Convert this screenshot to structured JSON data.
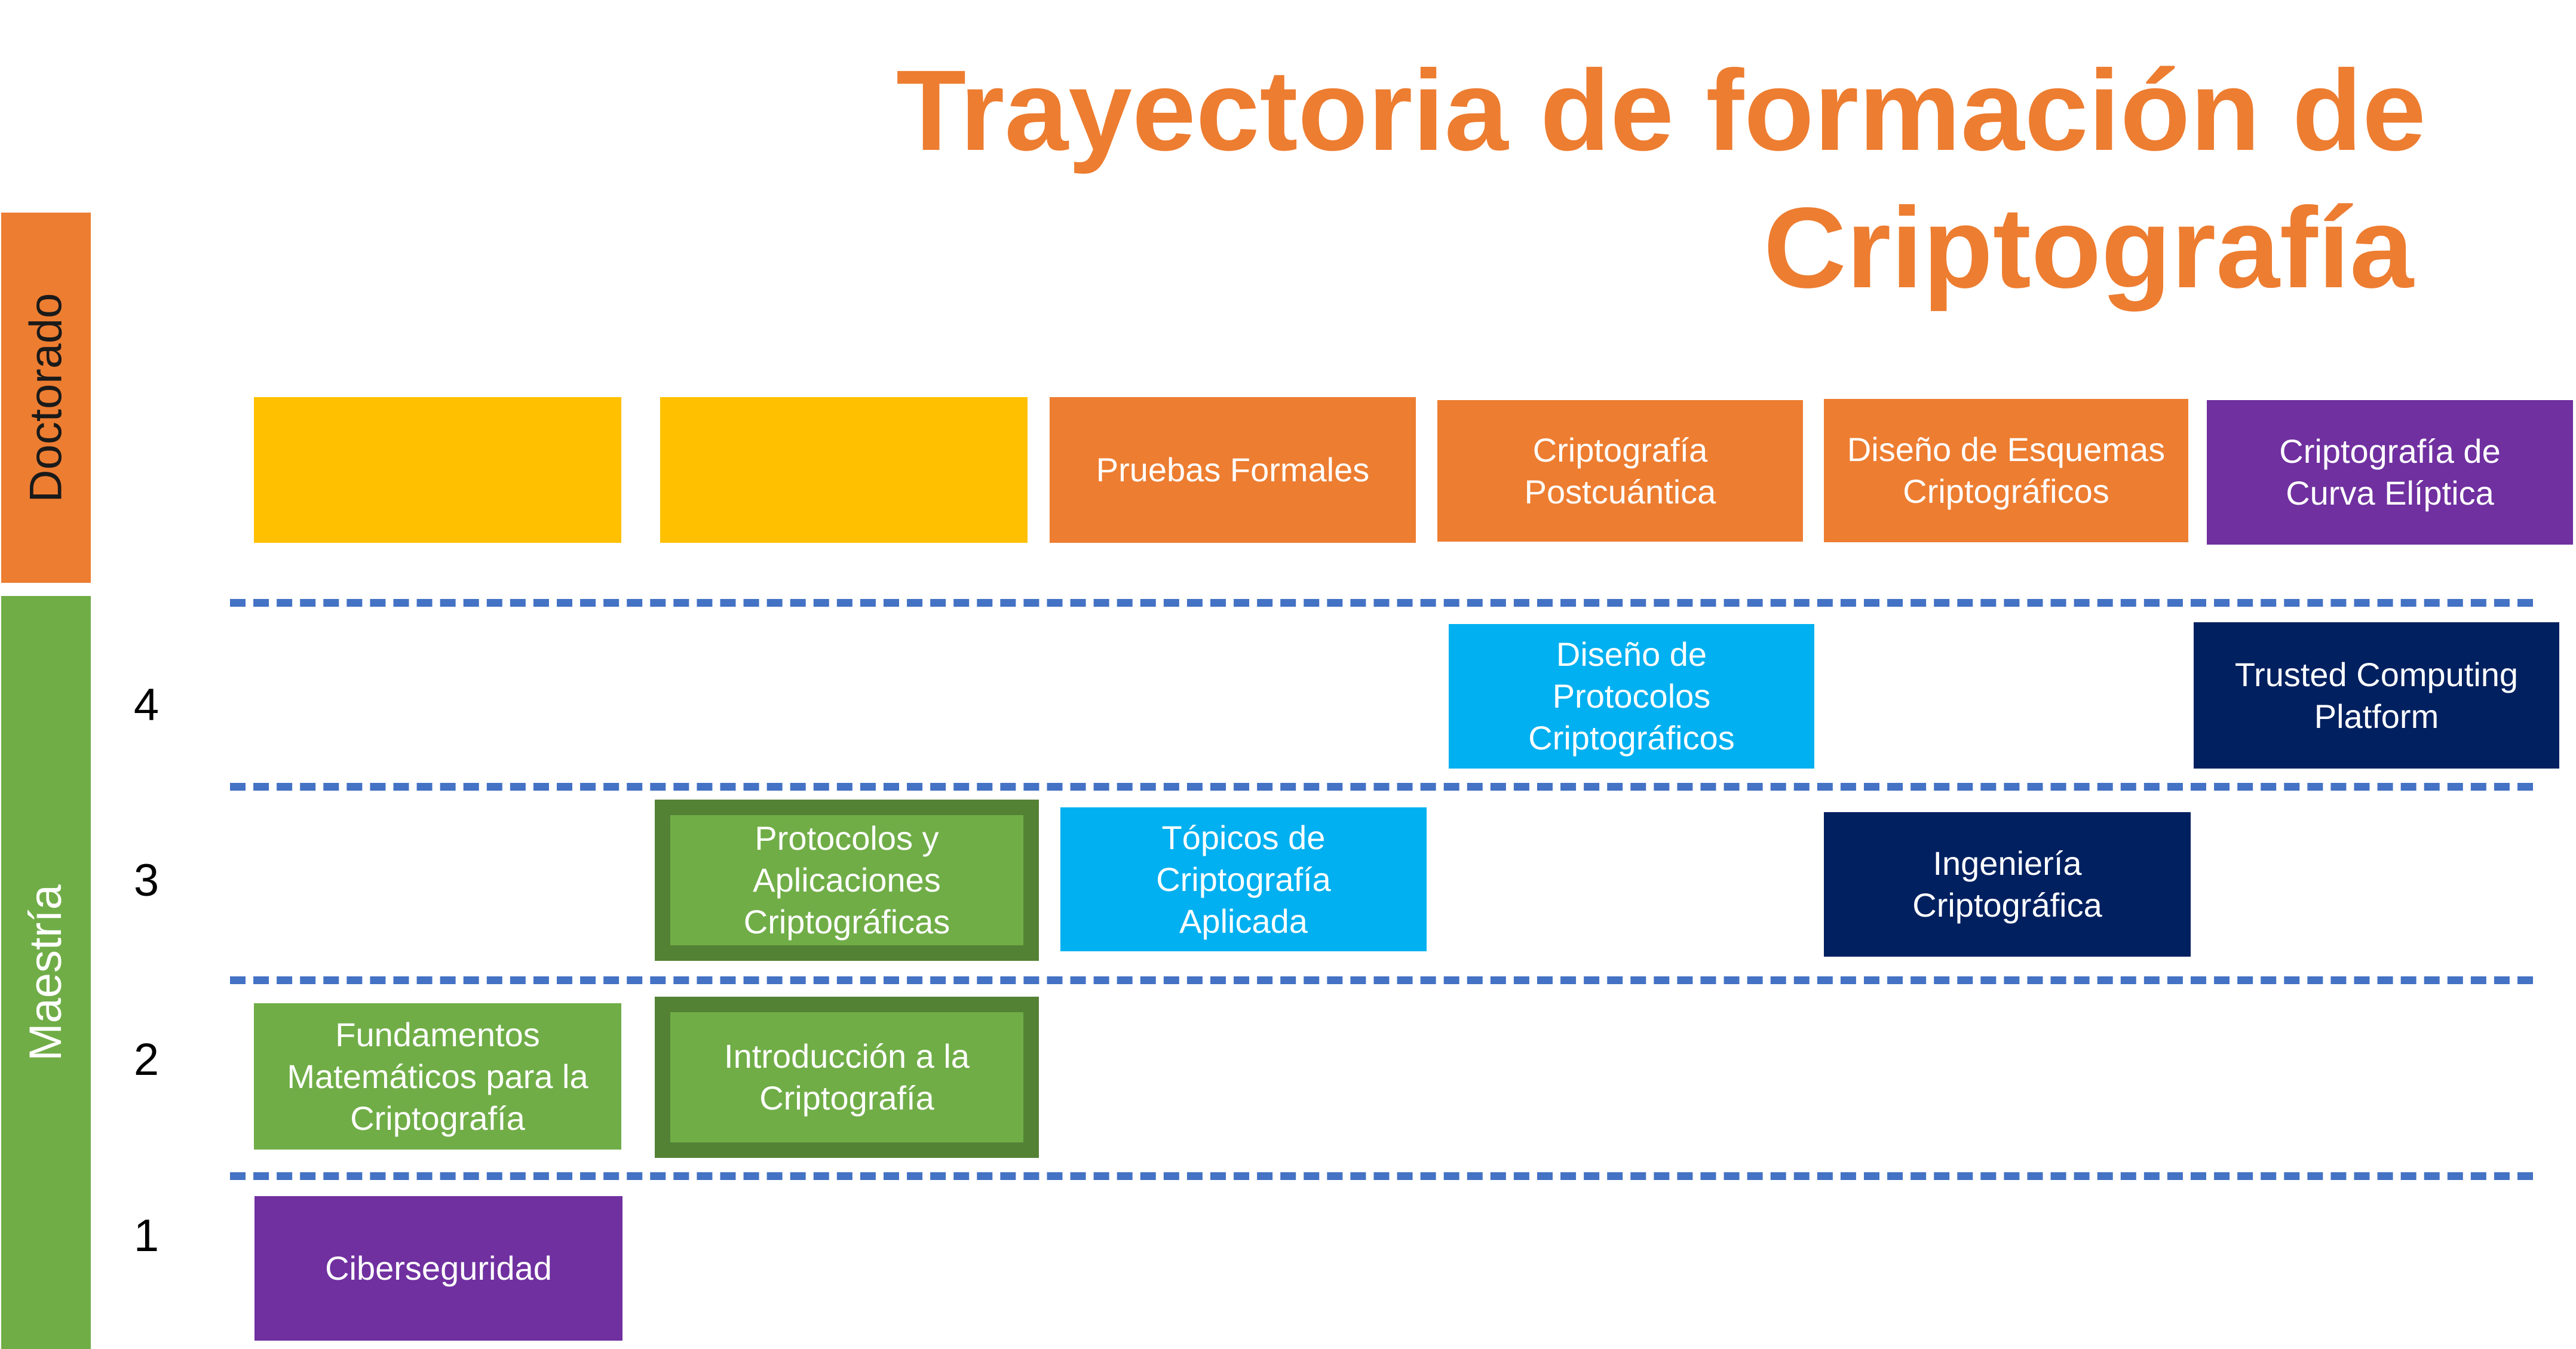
{
  "title": {
    "line1": "Trayectoria de formación de",
    "line2": "Criptografía"
  },
  "bands": {
    "doctorado": "Doctorado",
    "maestria": "Maestría"
  },
  "levels": [
    "4",
    "3",
    "2",
    "1"
  ],
  "courses": {
    "pruebas_formales": "Pruebas Formales",
    "cripto_postcuantica": "Criptografía\nPostcuántica",
    "diseno_esquemas": "Diseño de Esquemas\nCriptográficos",
    "curva_eliptica": "Criptografía de\nCurva Elíptica",
    "diseno_protocolos": "Diseño de\nProtocolos\nCriptográficos",
    "trusted_computing": "Trusted Computing\nPlatform",
    "protocolos_aplicaciones": "Protocolos y\nAplicaciones\nCriptográficas",
    "topicos_aplicada": "Tópicos de\nCriptografía\nAplicada",
    "ingenieria": "Ingeniería\nCriptográfica",
    "fundamentos": "Fundamentos\nMatemáticos para la\nCriptografía",
    "introduccion": "Introducción a la\nCriptografía",
    "ciberseguridad": "Ciberseguridad"
  },
  "colors": {
    "title": "#ED7D31",
    "doctorado": "#ED7D31",
    "maestria": "#70AD47",
    "placeholder": "#FFC000",
    "orange": "#ED7D31",
    "purple": "#7030A0",
    "light_blue": "#00B0F0",
    "dark_navy": "#002060",
    "green": "#70AD47",
    "green_outline": "#548235",
    "dashed_line": "#4472C4"
  }
}
